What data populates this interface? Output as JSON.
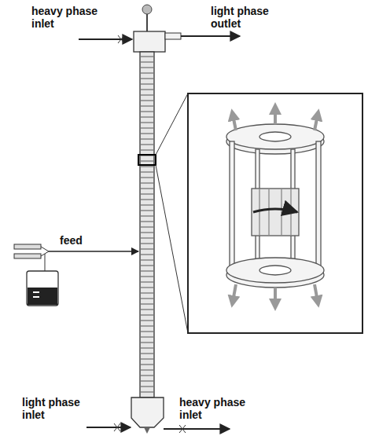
{
  "diagram": {
    "labels": [
      "heavy phase inlet",
      "light phase outlet",
      "feed",
      "light phase inlet",
      "heavy phase inlet"
    ]
  }
}
